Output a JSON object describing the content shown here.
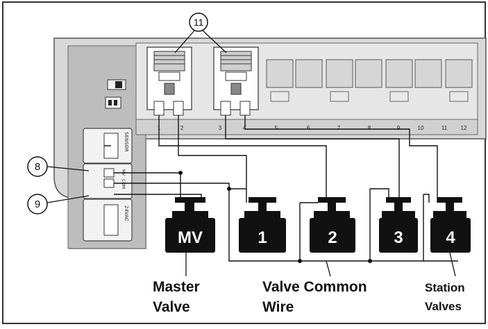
{
  "callouts": {
    "c11": "11",
    "c8": "8",
    "c9": "9"
  },
  "terminal_numbers": [
    "1",
    "2",
    "3",
    "4",
    "5",
    "6",
    "7",
    "8",
    "9",
    "10",
    "11",
    "12"
  ],
  "module_labels": {
    "sensor": "SENSOR",
    "mv": "MV",
    "com": "COM",
    "24vac": "24VAC"
  },
  "valves": {
    "mv": "MV",
    "v1": "1",
    "v2": "2",
    "v3": "3",
    "v4": "4"
  },
  "captions": {
    "master_line1": "Master",
    "master_line2": "Valve",
    "common_line1": "Valve Common",
    "common_line2": "Wire",
    "station_line1": "Station",
    "station_line2": "Valves"
  },
  "colors": {
    "panel": "#c9c9c9",
    "panel_dark": "#a9a9a9",
    "valve": "#111111",
    "ink": "#111111"
  }
}
